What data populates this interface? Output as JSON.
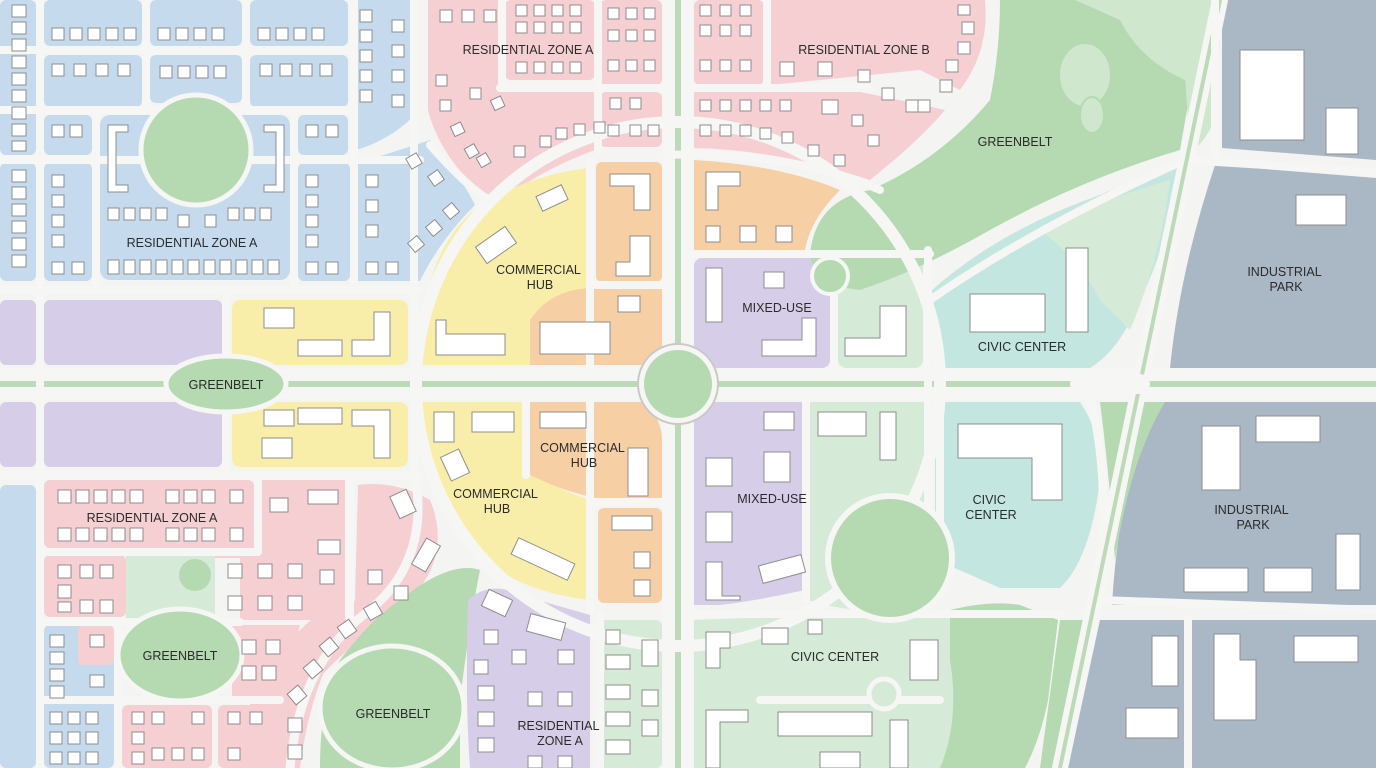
{
  "colors": {
    "residential_blue": "#c5dbed",
    "residential_pink": "#f6cfd3",
    "commercial_yellow": "#f8eeaa",
    "commercial_orange": "#f6cfa4",
    "mixed_use_purple": "#d6cde8",
    "civic_teal": "#c3e6e0",
    "civic_green": "#d5ebd7",
    "greenbelt": "#b5d9b1",
    "greenbelt_light": "#cfe7cc",
    "industrial": "#aab8c6",
    "road": "#f6f6f4",
    "median": "#bcd9b8",
    "building": "#ffffff"
  },
  "labels": {
    "res_a_north": "RESIDENTIAL ZONE A",
    "res_b": "RESIDENTIAL ZONE B",
    "res_a_west": "RESIDENTIAL ZONE A",
    "res_a_southwest": "RESIDENTIAL ZONE A",
    "res_a_south": [
      "RESIDENTIAL",
      "ZONE A"
    ],
    "greenbelt_ne": "GREENBELT",
    "greenbelt_west": "GREENBELT",
    "greenbelt_sw": "GREENBELT",
    "greenbelt_south": "GREENBELT",
    "commercial_hub_n": [
      "COMMERCIAL",
      "HUB"
    ],
    "commercial_hub_se": [
      "COMMERCIAL",
      "HUB"
    ],
    "commercial_hub_sw": [
      "COMMERCIAL",
      "HUB"
    ],
    "mixed_use_n": "MIXED-USE",
    "mixed_use_s": "MIXED-USE",
    "civic_center_n": "CIVIC CENTER",
    "civic_center_e": [
      "CIVIC",
      "CENTER"
    ],
    "civic_center_s": "CIVIC CENTER",
    "industrial_n": [
      "INDUSTRIAL",
      "PARK"
    ],
    "industrial_s": [
      "INDUSTRIAL",
      "PARK"
    ]
  }
}
